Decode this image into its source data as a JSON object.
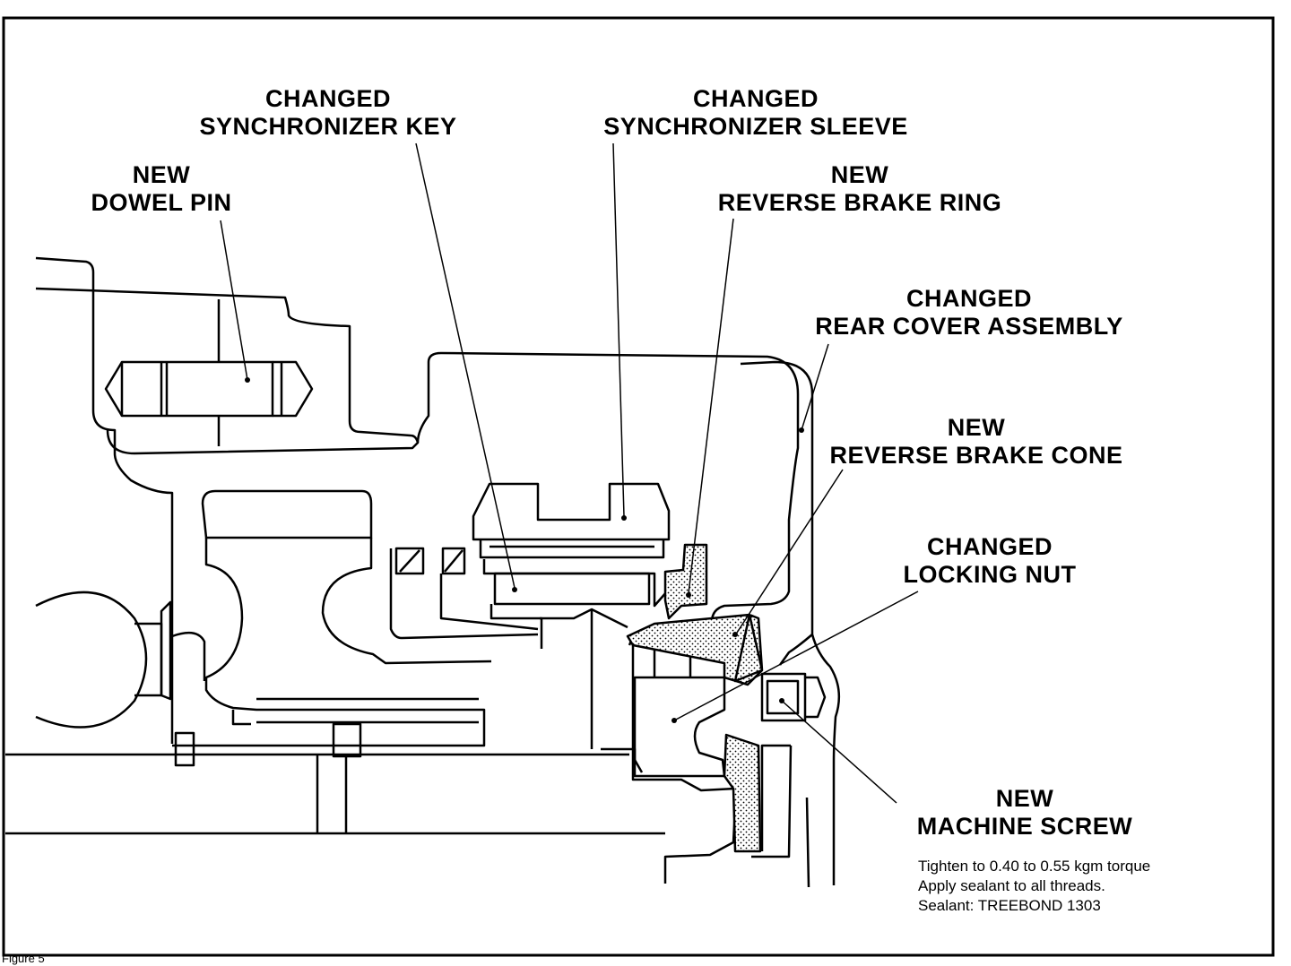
{
  "callouts": {
    "dowel_pin": {
      "line1": "NEW",
      "line2": "DOWEL PIN"
    },
    "sync_key": {
      "line1": "CHANGED",
      "line2": "SYNCHRONIZER KEY"
    },
    "sync_sleeve": {
      "line1": "CHANGED",
      "line2": "SYNCHRONIZER SLEEVE"
    },
    "reverse_ring": {
      "line1": "NEW",
      "line2": "REVERSE BRAKE RING"
    },
    "rear_cover": {
      "line1": "CHANGED",
      "line2": "REAR COVER ASSEMBLY"
    },
    "reverse_cone": {
      "line1": "NEW",
      "line2": "REVERSE BRAKE CONE"
    },
    "locking_nut": {
      "line1": "CHANGED",
      "line2": "LOCKING NUT"
    },
    "machine_screw": {
      "line1": "NEW",
      "line2": "MACHINE SCREW"
    }
  },
  "note": {
    "line1": "Tighten to 0.40 to 0.55 kgm torque",
    "line2": "Apply sealant to all threads.",
    "line3": "Sealant: TREEBOND 1303"
  },
  "caption": "Figure 5"
}
